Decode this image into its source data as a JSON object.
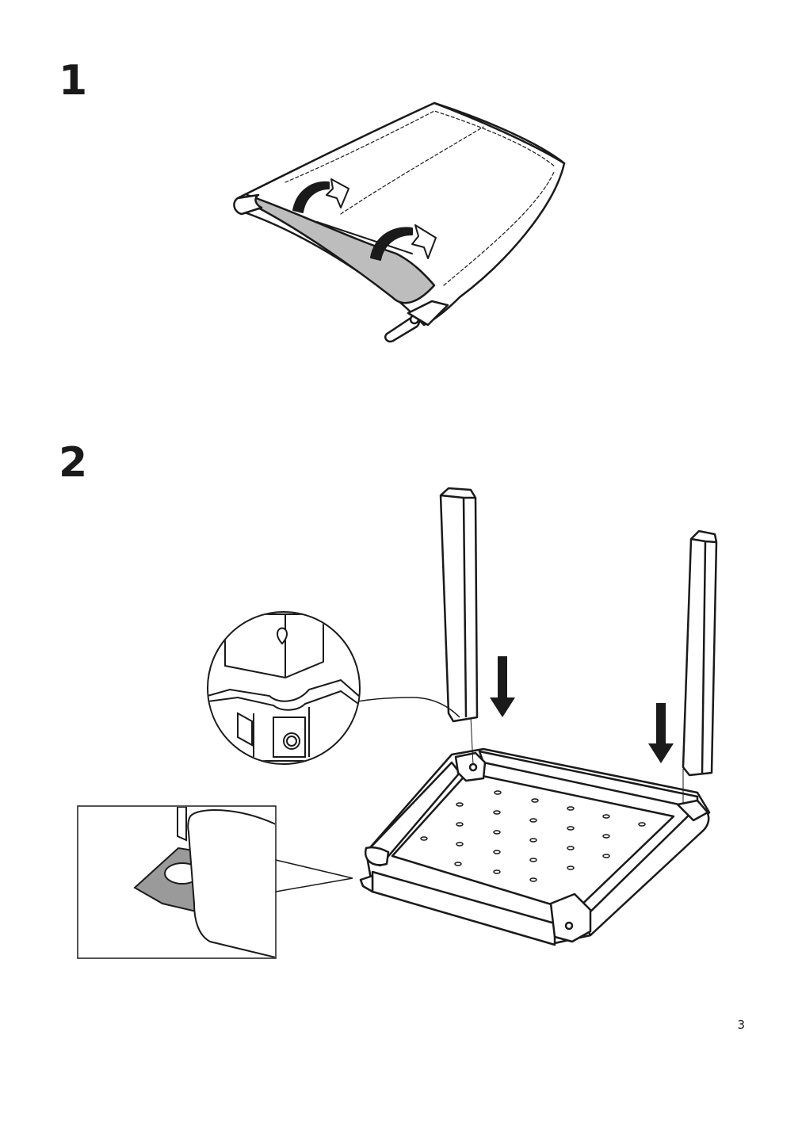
{
  "steps": [
    {
      "number": "1"
    },
    {
      "number": "2"
    }
  ],
  "page_number": "3",
  "colors": {
    "line": "#1a1a1a",
    "fill_light": "#ffffff",
    "fill_gray": "#bdbdbd",
    "fill_dark_gray": "#9a9a9a"
  },
  "illustrations": {
    "step1": "fabric-cover-with-two-rolling-arrows",
    "step2": "chair-seat-frame-with-two-legs-and-down-arrows",
    "detail_circle": "leg-bracket-magnified-icon",
    "detail_box": "leg-base-closeup-icon"
  }
}
